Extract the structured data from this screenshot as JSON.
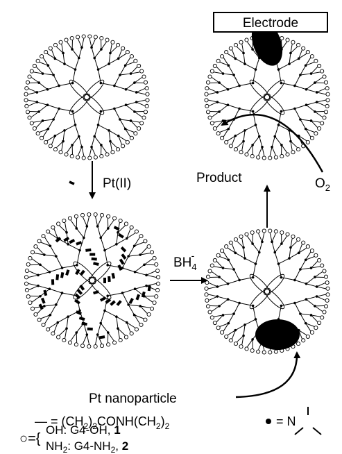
{
  "electrode_label": "Electrode",
  "pt2_label": "Pt(II)",
  "borohydride": {
    "base": "BH",
    "sub": "4",
    "sup": "-"
  },
  "product_label": "Product",
  "oxygen": {
    "base": "O",
    "sub": "2"
  },
  "nanoparticle_label": "Pt  nanoparticle",
  "legend": {
    "linker_prefix": "— = (CH",
    "linker_sub1": "2",
    "linker_mid": ")",
    "linker_sub2": "2",
    "linker_mid2": "CONH(CH",
    "linker_sub3": "2",
    "linker_mid3": ")",
    "linker_sub4": "2",
    "amine_equals": "= N",
    "terminal_equals": "○={",
    "oh_entry": "OH: G4-OH, ",
    "oh_num": "1",
    "nh_base": "NH",
    "nh_sub": "2",
    "nh_entry": ": G4-NH",
    "nh_sub2": "2",
    "nh_sep": ", ",
    "nh_num": "2"
  },
  "colors": {
    "line": "#000000",
    "background": "#ffffff"
  }
}
